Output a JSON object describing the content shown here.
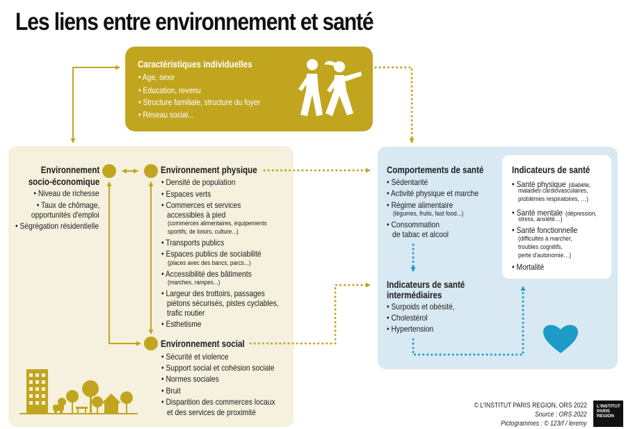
{
  "title": "Les liens entre environnement et santé",
  "colors": {
    "gold": "#c2a51f",
    "blue": "#1f9bc7",
    "cream": "#f5f1de",
    "light_blue": "#d8e9f4"
  },
  "individual": {
    "heading": "Caractéristiques individuelles",
    "items": [
      "• Age, sexe",
      "• Education, revenu",
      "• Structure familiale, structure du foyer",
      "• Réseau social..."
    ]
  },
  "socio": {
    "heading": [
      "Environnement",
      "socio-économique"
    ],
    "items": [
      "• Niveau de richesse",
      "• Taux de chômage,",
      "opportunités d'emploi",
      "• Ségrégation résidentielle"
    ]
  },
  "physical": {
    "heading": "Environnement physique",
    "lines": [
      "• Densité de population",
      "• Espaces verts",
      "• Commerces et services",
      "accessibles à pied",
      "(commerces alimentaires, équipements",
      "sportifs, de loisirs, culture...)",
      "• Transports publics",
      "• Espaces publics de sociabilité",
      "(places avec des bancs, parcs...)",
      "• Accessibilité des bâtiments",
      "(marches, rampes...)",
      "• Largeur des trottoirs, passages",
      "piétons sécurisés, pistes cyclables,",
      "trafic routier",
      "• Esthetisme"
    ]
  },
  "social": {
    "heading": "Environnement social",
    "items": [
      "• Sécurité et violence",
      "• Support social et cohésion sociale",
      "• Normes sociales",
      "• Bruit",
      "• Disparition des commerces locaux",
      "et des services de proximité"
    ]
  },
  "behaviour": {
    "heading": "Comportements de santé",
    "lines": [
      "• Sédentarité",
      "• Activité physique et marche",
      "• Régime alimentaire",
      "(légumes, fruits, fast food...)",
      "• Consommation",
      "de tabac et alcool"
    ]
  },
  "intermediate": {
    "heading": [
      "Indicateurs de santé",
      "intermédiaires"
    ],
    "items": [
      "• Surpoids et obésité,",
      "• Cholestérol",
      "• Hypertension"
    ]
  },
  "indicators": {
    "heading": "Indicateurs de santé",
    "lines": [
      "• Santé physique",
      "(diabète,",
      "maladies cardiovasculaires,",
      "problèmes respiratoires, …)",
      "• Santé mentale",
      "(dépression,",
      "stress, anxiété…)",
      "• Santé fonctionnelle",
      "(difficultés à marcher,",
      "troubles cognitifs,",
      "perte d'autonomie…)",
      "• Mortalité"
    ]
  },
  "footer": {
    "credit": "© L'INSTITUT PARIS REGION, ORS 2022",
    "source": "Source : ORS 2022",
    "pictos": "Pictogrammes : © 123rf / leremy",
    "logo": [
      "L'INSTITUT",
      "PARIS",
      "REGION"
    ]
  },
  "icons": {
    "walkers": "walking-people-icon",
    "heart": "heart-icon",
    "city": "city-buildings-icon"
  }
}
